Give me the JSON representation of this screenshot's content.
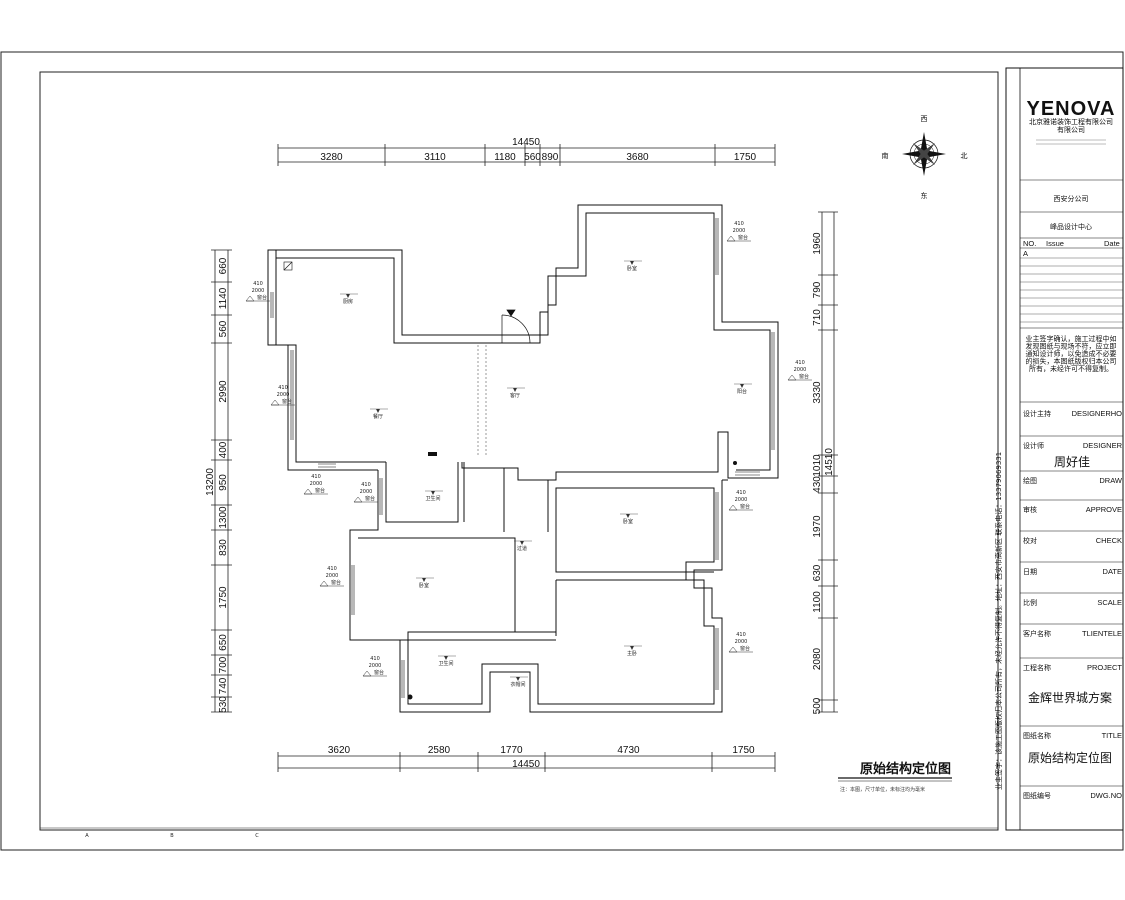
{
  "drawing": {
    "title": "原始结构定位图",
    "note": "注：本图，尺寸单位，未标注均为毫米",
    "top_total": "14450",
    "top_dims": [
      "3280",
      "3110",
      "1180",
      "560",
      "890",
      "3680",
      "1750"
    ],
    "bottom_total": "14450",
    "bottom_dims": [
      "3620",
      "2580",
      "1770",
      "4730",
      "1750"
    ],
    "left_total": "13200",
    "left_dims": [
      "660",
      "1140",
      "560",
      "2990",
      "400",
      "950",
      "1300",
      "830",
      "1750",
      "650",
      "700",
      "740",
      "530"
    ],
    "right_total": "14510",
    "right_dims": [
      "1960",
      "790",
      "710",
      "3330",
      "1010",
      "430",
      "1970",
      "630",
      "1100",
      "2080",
      "500"
    ],
    "compass": {
      "north": "北",
      "south": "南",
      "east": "东",
      "west": "西"
    },
    "rooms": [
      "厨房",
      "餐厅",
      "客厅",
      "阳台",
      "卧室",
      "卫生间",
      "卧室",
      "过道",
      "卧室",
      "卫生间",
      "衣帽间",
      "主卧"
    ],
    "window_tag": [
      "410",
      "2000",
      "窗台"
    ],
    "grid_marks": [
      "A",
      "B",
      "C"
    ]
  },
  "title_block": {
    "logo": "YENOVA",
    "company_line1": "北京雅诺装饰工程有限公司",
    "company_line2": "有限公司",
    "branch": "西安分公司",
    "design_center": "峰品设计中心",
    "vertical_text": "业主签字：该施工图版权归本公司所有，未经允许不得复制。地址：西安市高新区  联系电话：13379069331",
    "rev_headers": [
      "NO.",
      "Issue",
      "Date"
    ],
    "rev_first": "A",
    "notice": "业主签字确认，施工过程中如发现图纸与现场不符，应立即通知设计师，以免造成不必要的损失，本图纸版权归本公司所有，未经许可不得复制。",
    "rows": [
      {
        "cn": "设计主持",
        "en": "DESIGNERHO",
        "value": ""
      },
      {
        "cn": "设计师",
        "en": "DESIGNER",
        "value": "周好佳"
      },
      {
        "cn": "绘图",
        "en": "DRAW",
        "value": ""
      },
      {
        "cn": "审核",
        "en": "APPROVE",
        "value": ""
      },
      {
        "cn": "校对",
        "en": "CHECK",
        "value": ""
      },
      {
        "cn": "日期",
        "en": "DATE",
        "value": ""
      },
      {
        "cn": "比例",
        "en": "SCALE",
        "value": ""
      },
      {
        "cn": "客户名称",
        "en": "TLIENTELE",
        "value": ""
      },
      {
        "cn": "工程名称",
        "en": "PROJECT",
        "value": "金辉世界城方案"
      },
      {
        "cn": "图纸名称",
        "en": "TITLE",
        "value": "原始结构定位图"
      },
      {
        "cn": "图纸编号",
        "en": "DWG.NO",
        "value": ""
      }
    ]
  }
}
